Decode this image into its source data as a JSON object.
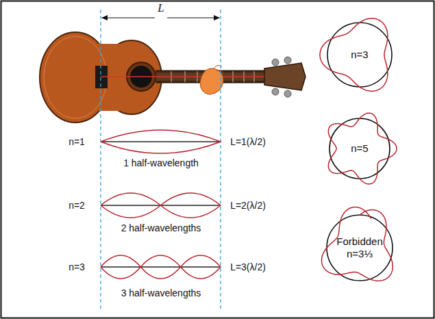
{
  "diagram": {
    "nodes": [
      {
        "text": [
          "n=3"
        ]
      },
      {
        "text": [
          "n=5"
        ]
      },
      {
        "text": [
          "Forbidden",
          "n=3⅓"
        ]
      }
    ],
    "labels": [
      "L",
      "n=1",
      "L=1(λ/2)",
      "1 half-wavelength",
      "n=2",
      "L=2(λ/2)",
      "2 half-wavelengths",
      "n=3",
      "L=3(λ/2)",
      "3 half-wavelengths"
    ]
  }
}
